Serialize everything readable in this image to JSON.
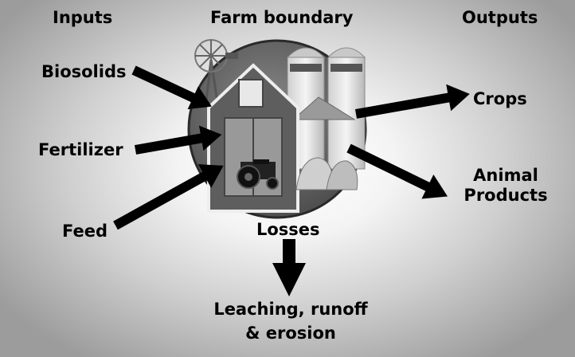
{
  "headers": {
    "inputs": "Inputs",
    "boundary": "Farm boundary",
    "outputs": "Outputs"
  },
  "inputs": {
    "biosolids": "Biosolids",
    "fertilizer": "Fertilizer",
    "feed": "Feed"
  },
  "outputs": {
    "crops": "Crops",
    "animal_line1": "Animal",
    "animal_line2": "Products"
  },
  "losses": {
    "title": "Losses",
    "line1": "Leaching, runoff",
    "line2": "& erosion"
  }
}
